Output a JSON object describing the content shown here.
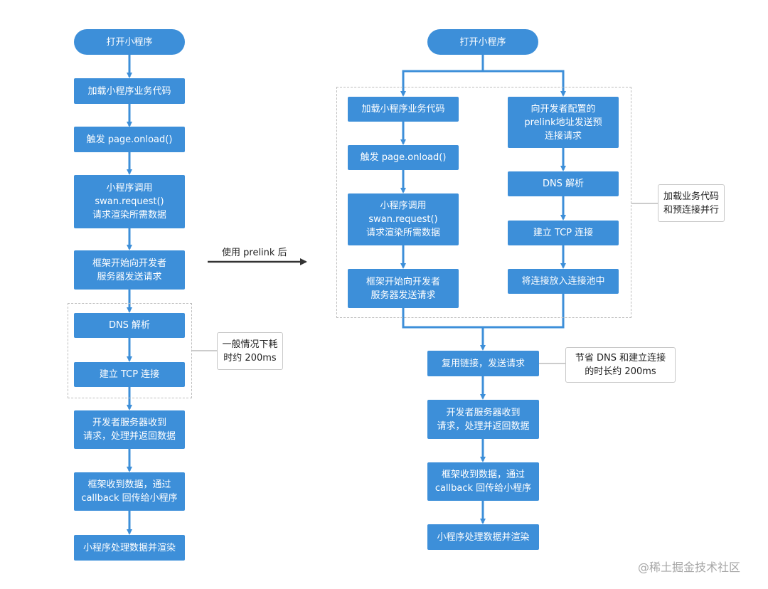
{
  "left_flow": {
    "start": "打开小程序",
    "load_code": "加载小程序业务代码",
    "onload": "触发 page.onload()",
    "request": "小程序调用\nswan.request()\n请求渲染所需数据",
    "send": "框架开始向开发者\n服务器发送请求",
    "dns": "DNS 解析",
    "tcp": "建立 TCP 连接",
    "server": "开发者服务器收到\n请求，处理并返回数据",
    "callback": "框架收到数据，通过\ncallback 回传给小程序",
    "render": "小程序处理数据并渲染",
    "note": "一般情况下耗\n时约 200ms"
  },
  "middle_label": "使用 prelink 后",
  "right_flow": {
    "start": "打开小程序",
    "load_code": "加载小程序业务代码",
    "onload": "触发 page.onload()",
    "request": "小程序调用\nswan.request()\n请求渲染所需数据",
    "send": "框架开始向开发者\n服务器发送请求",
    "prelink": "向开发者配置的\nprelink地址发送预\n连接请求",
    "dns": "DNS 解析",
    "tcp": "建立 TCP 连接",
    "pool": "将连接放入连接池中",
    "parallel_note": "加载业务代码\n和预连接并行",
    "reuse": "复用链接，发送请求",
    "reuse_note": "节省 DNS 和建立连接\n的时长约 200ms",
    "server": "开发者服务器收到\n请求，处理并返回数据",
    "callback": "框架收到数据，通过\ncallback 回传给小程序",
    "render": "小程序处理数据并渲染"
  },
  "colors": {
    "box": "#3d8fd9",
    "line": "#3d8fd9",
    "dash": "#bdbdbd",
    "note_border": "#c8c8c8"
  },
  "watermark": "@稀土掘金技术社区"
}
